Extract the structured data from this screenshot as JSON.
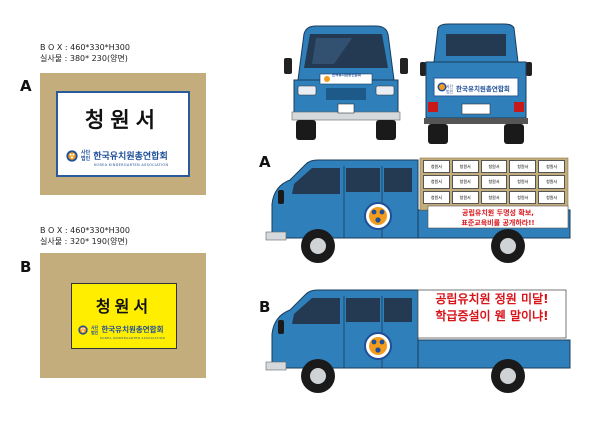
{
  "colors": {
    "truck_blue": "#2e7fba",
    "kraft": "#c3ad7c",
    "yellow": "#ffee00",
    "red_text": "#d8141b",
    "logo_orange": "#f39b1d"
  },
  "left": {
    "a": {
      "box_spec": "B O X : 460*330*H300",
      "size_spec": "실사물 : 380* 230(양면)",
      "letter": "A",
      "title": "청원서",
      "org_prefix_1": "사단",
      "org_prefix_2": "법인",
      "org_name": "한국유치원총연합회",
      "org_eng": "KOREA KINDERGARTEN ASSOCIATION"
    },
    "b": {
      "box_spec": "B O X : 460*330*H300",
      "size_spec": "실사물 : 320* 190(양면)",
      "letter": "B",
      "title": "청원서",
      "org_prefix_1": "사단",
      "org_prefix_2": "법인",
      "org_name": "한국유치원총연합회",
      "org_eng": "KOREA KINDERGARTEN ASSOCIATION"
    }
  },
  "right": {
    "front_plate": "한국유치원총연합회",
    "rear_plate": "한국유치원총연합회",
    "rear_prefix_1": "사단",
    "rear_prefix_2": "법인",
    "truck_a": {
      "letter": "A",
      "box_label": "청원서",
      "banner_line1": "공립유치원 두명성 확보,",
      "banner_line2": "표준교육비를 공개하라!!"
    },
    "truck_b": {
      "letter": "B",
      "banner_line1": "공립유치원 정원 미달!",
      "banner_line2": "학급증설이 웬 말이냐!"
    }
  }
}
